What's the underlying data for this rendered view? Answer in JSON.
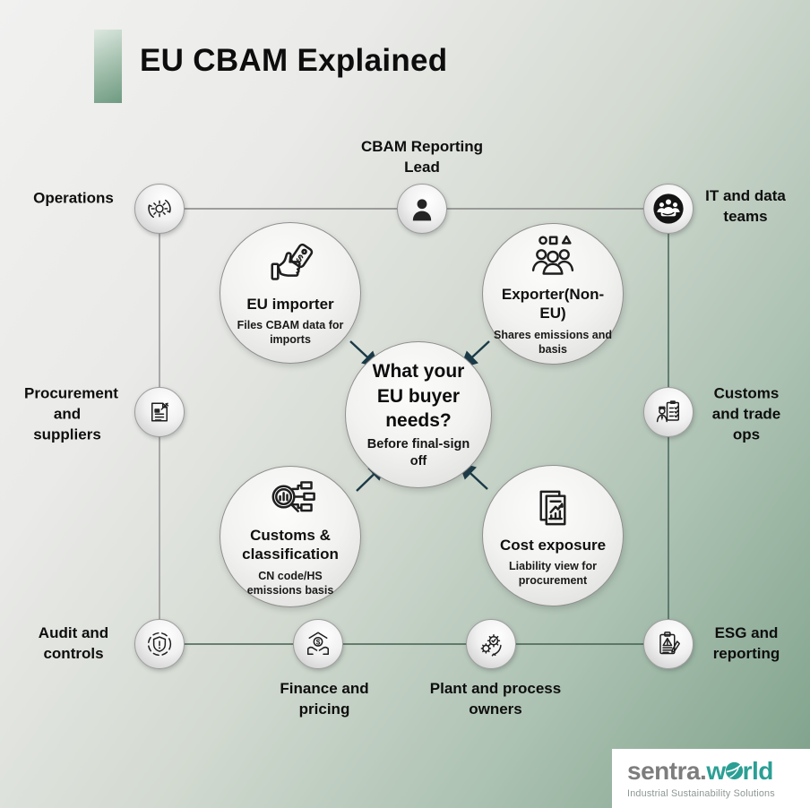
{
  "header": {
    "title": "EU CBAM Explained"
  },
  "center": {
    "title": "What your EU buyer needs?",
    "subtitle": "Before final-sign off"
  },
  "hubs": [
    {
      "title": "EU importer",
      "subtitle": "Files CBAM data for imports",
      "icon": "thumbs-up-price-tag-icon"
    },
    {
      "title": "Exporter(Non-EU)",
      "subtitle": "Shares emissions and basis",
      "icon": "people-shapes-icon"
    },
    {
      "title": "Customs & classification",
      "subtitle": "CN code/HS emissions basis",
      "icon": "magnifier-chart-icon"
    },
    {
      "title": "Cost exposure",
      "subtitle": "Liability view for procurement",
      "icon": "documents-chart-icon"
    }
  ],
  "outer_nodes": [
    {
      "label": "Operations",
      "icon": "gear-cycle-icon"
    },
    {
      "label": "CBAM Reporting Lead",
      "icon": "person-icon"
    },
    {
      "label": "IT and data teams",
      "icon": "team-icon"
    },
    {
      "label": "Procurement and suppliers",
      "icon": "document-pen-icon"
    },
    {
      "label": "Customs and trade ops",
      "icon": "customs-officer-icon"
    },
    {
      "label": "Audit and controls",
      "icon": "shield-alert-icon"
    },
    {
      "label": "Finance and pricing",
      "icon": "hands-dollar-icon"
    },
    {
      "label": "Plant and process owners",
      "icon": "gears-cycle-icon"
    },
    {
      "label": "ESG and reporting",
      "icon": "clipboard-warning-icon"
    }
  ],
  "logo": {
    "brand_gray": "sentra.",
    "brand_accent_first": "w",
    "brand_accent_rest": "rld",
    "tagline": "Industrial Sustainability Solutions",
    "accent_color": "#2b9f94"
  },
  "colors": {
    "background_start": "#f1f1f0",
    "background_end": "#7a9c86",
    "accent_bar_start": "#dde8e0",
    "accent_bar_end": "#6e9a81",
    "arrow": "#1b3a47",
    "line_gray": "#8a8a8a",
    "line_green": "#46614f"
  }
}
